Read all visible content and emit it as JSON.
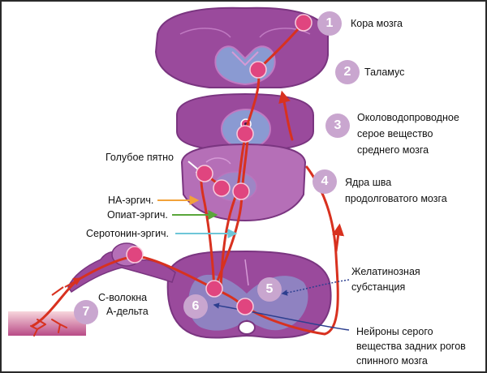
{
  "steps": [
    {
      "n": "1",
      "label": "Кора мозга"
    },
    {
      "n": "2",
      "label": "Таламус"
    },
    {
      "n": "3",
      "label": "Околоводопроводное серое вещество среднего мозга"
    },
    {
      "n": "4",
      "label": "Ядра шва продолговатого мозга"
    },
    {
      "n": "5",
      "label": "Желатинозная субстанция"
    },
    {
      "n": "6",
      "label": ""
    },
    {
      "n": "7",
      "label": ""
    }
  ],
  "labels": {
    "blue_spot": "Голубое пятно",
    "na_ergic": "НА-эргич.",
    "opiate_ergic": "Опиат-эргич.",
    "serotonin_ergic": "Серотонин-эргич.",
    "c_fibers": "С-волокна",
    "a_delta": "А-дельта",
    "gray_neurons": "Нейроны серого вещества задних рогов спинного мозга"
  },
  "colors": {
    "tissue": "#9a4a9c",
    "tissue_light": "#b56fb7",
    "gray_matter": "#8a9ad2",
    "pathway": "#d8311f",
    "neuron": "#e0457f",
    "badge": "#c9a6cf",
    "na_arrow": "#f2a23a",
    "opiate_arrow": "#5aa63a",
    "serotonin_arrow": "#6ec6d8",
    "substance_arrow": "#2d3f8f"
  }
}
